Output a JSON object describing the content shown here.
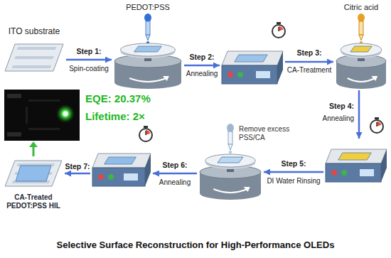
{
  "diagram": {
    "title": "Selective Surface Reconstruction for High-Performance OLEDs",
    "nodes": [
      {
        "text": [
          "ITO substrate"
        ]
      },
      {
        "text": [
          "Step 1:",
          "Spin-coating"
        ]
      },
      {
        "text": [
          "Step 2:",
          "Annealing"
        ]
      },
      {
        "text": [
          "Step 3:",
          "CA-Treatment"
        ]
      },
      {
        "text": [
          "Step 4:",
          "Annealing"
        ]
      },
      {
        "text": [
          "Step 5:",
          "DI Water Rinsing"
        ]
      },
      {
        "text": [
          "Step 6:",
          "Annealing"
        ]
      },
      {
        "text": [
          "Step 7:",
          "CA-Treated PEDOT:PSS HIL"
        ]
      }
    ],
    "edges": [
      {
        "from": 0,
        "to": 1,
        "arrow": "to"
      },
      {
        "from": 1,
        "to": 2,
        "arrow": "to"
      },
      {
        "from": 2,
        "to": 3,
        "arrow": "to"
      },
      {
        "from": 3,
        "to": 4,
        "arrow": "to"
      },
      {
        "from": 4,
        "to": 5,
        "arrow": "to"
      },
      {
        "from": 5,
        "to": 6,
        "arrow": "to"
      },
      {
        "from": 6,
        "to": 7,
        "arrow": "to"
      }
    ],
    "labels": [
      "PEDOT:PSS",
      "Citric acid",
      "Remove excess PSS/CA",
      "EQE: 20.37%",
      "Lifetime: 2×"
    ]
  }
}
